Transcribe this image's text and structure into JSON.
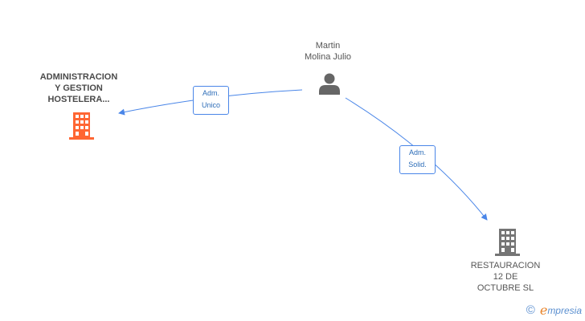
{
  "nodes": {
    "person": {
      "line1": "Martin",
      "line2": "Molina Julio",
      "icon": "person-icon"
    },
    "company_a": {
      "line1": "ADMINISTRACION",
      "line2": "Y GESTION",
      "line3": "HOSTELERA...",
      "icon": "building-icon",
      "color": "#ff6633"
    },
    "company_b": {
      "line1": "RESTAURACION",
      "line2": "12 DE",
      "line3": "OCTUBRE  SL",
      "icon": "building-icon",
      "color": "#757575"
    }
  },
  "edges": [
    {
      "from": "person",
      "to": "company_a",
      "label_line1": "Adm.",
      "label_line2": "Unico"
    },
    {
      "from": "person",
      "to": "company_b",
      "label_line1": "Adm.",
      "label_line2": "Solid."
    }
  ],
  "colors": {
    "edge": "#4a86e8",
    "person_icon": "#666666"
  },
  "footer": {
    "copyright_symbol": "©",
    "brand_initial": "e",
    "brand_rest": "mpresia"
  }
}
